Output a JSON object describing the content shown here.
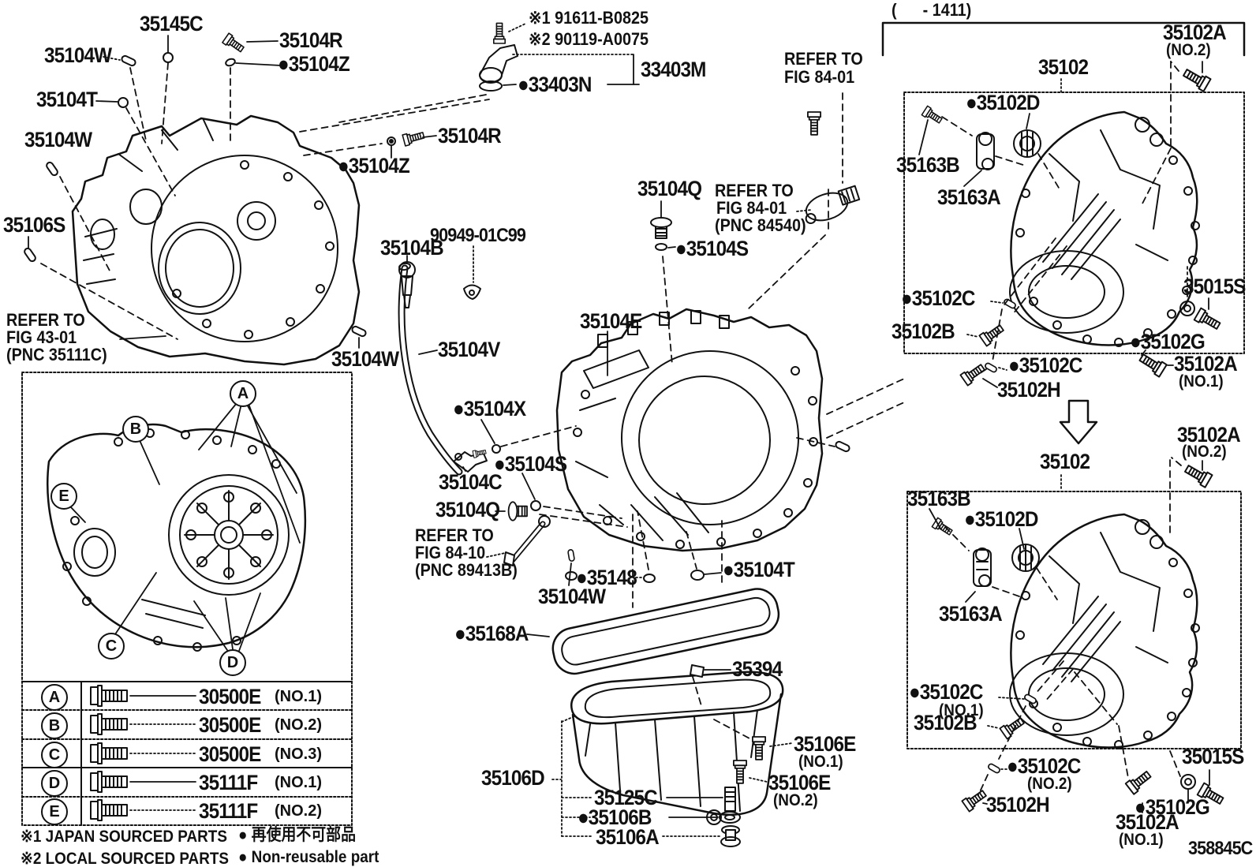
{
  "page": {
    "drawing_number": "358845C",
    "variant_range": "(      - 1411)",
    "footnote1": "※1 JAPAN SOURCED PARTS",
    "footnote1_right": "● 再使用不可部品",
    "footnote2": "※2 LOCAL SOURCED PARTS",
    "footnote2_right": "● Non-reusable part",
    "line_color": "#111111",
    "background": "#ffffff"
  },
  "callouts": [
    {
      "t": "35145C"
    },
    {
      "t": "35104W"
    },
    {
      "t": "35104R"
    },
    {
      "t": "●35104Z"
    },
    {
      "t": "35104T"
    },
    {
      "t": "35104W"
    },
    {
      "t": "35106S"
    },
    {
      "t": "35104R"
    },
    {
      "t": "●35104Z"
    },
    {
      "t": "※1 91611-B0825"
    },
    {
      "t": "※2 90119-A0075"
    },
    {
      "t": "33403M"
    },
    {
      "t": "●33403N"
    },
    {
      "t": "REFER TO"
    },
    {
      "t": "FIG 84-01"
    },
    {
      "t": "35104Q"
    },
    {
      "t": "REFER TO"
    },
    {
      "t": "FIG 84-01"
    },
    {
      "t": "(PNC 84540)"
    },
    {
      "t": "●35104S"
    },
    {
      "t": "90949-01C99"
    },
    {
      "t": "35104B"
    },
    {
      "t": "35104V"
    },
    {
      "t": "35104E"
    },
    {
      "t": "35104W"
    },
    {
      "t": "REFER TO"
    },
    {
      "t": "FIG 43-01"
    },
    {
      "t": "(PNC 35111C)"
    },
    {
      "t": "●35104X"
    },
    {
      "t": "●35104S"
    },
    {
      "t": "35104C"
    },
    {
      "t": "35104Q"
    },
    {
      "t": "REFER TO"
    },
    {
      "t": "FIG 84-10"
    },
    {
      "t": "(PNC 89413B)"
    },
    {
      "t": "●35148"
    },
    {
      "t": "35104W"
    },
    {
      "t": "●35104T"
    },
    {
      "t": "●35168A"
    },
    {
      "t": "35394"
    },
    {
      "t": "35106D"
    },
    {
      "t": "35125C"
    },
    {
      "t": "●35106B"
    },
    {
      "t": "35106A"
    },
    {
      "t": "35106E"
    },
    {
      "t": "(NO.1)"
    },
    {
      "t": "35106E"
    },
    {
      "t": "(NO.2)"
    },
    {
      "t": "(      - 1411)"
    },
    {
      "t": "35102A"
    },
    {
      "t": "(NO.2)"
    },
    {
      "t": "35102"
    },
    {
      "t": "●35102D"
    },
    {
      "t": "35163B"
    },
    {
      "t": "35163A"
    },
    {
      "t": "●35102C"
    },
    {
      "t": "35102B"
    },
    {
      "t": "35015S"
    },
    {
      "t": "●35102G"
    },
    {
      "t": "●35102C"
    },
    {
      "t": "35102H"
    },
    {
      "t": "35102A"
    },
    {
      "t": "(NO.1)"
    },
    {
      "t": "35102A"
    },
    {
      "t": "(NO.2)"
    },
    {
      "t": "35102"
    },
    {
      "t": "35163B"
    },
    {
      "t": "●35102D"
    },
    {
      "t": "35163A"
    },
    {
      "t": "●35102C"
    },
    {
      "t": "(NO.1)"
    },
    {
      "t": "35102B"
    },
    {
      "t": "●35102C"
    },
    {
      "t": "(NO.2)"
    },
    {
      "t": "35102H"
    },
    {
      "t": "35015S"
    },
    {
      "t": "●35102G"
    },
    {
      "t": "35102A"
    },
    {
      "t": "(NO.1)"
    },
    {
      "t": "358845C"
    }
  ],
  "view_labels": [
    {
      "letter": "A"
    },
    {
      "letter": "B"
    },
    {
      "letter": "E"
    },
    {
      "letter": "C"
    },
    {
      "letter": "D"
    }
  ],
  "legend_table": {
    "rows": [
      {
        "letter": "A",
        "part": "30500E",
        "no": "(NO.1)"
      },
      {
        "letter": "B",
        "part": "30500E",
        "no": "(NO.2)"
      },
      {
        "letter": "C",
        "part": "30500E",
        "no": "(NO.3)"
      },
      {
        "letter": "D",
        "part": "35111F",
        "no": "(NO.1)"
      },
      {
        "letter": "E",
        "part": "35111F",
        "no": "(NO.2)"
      }
    ]
  }
}
